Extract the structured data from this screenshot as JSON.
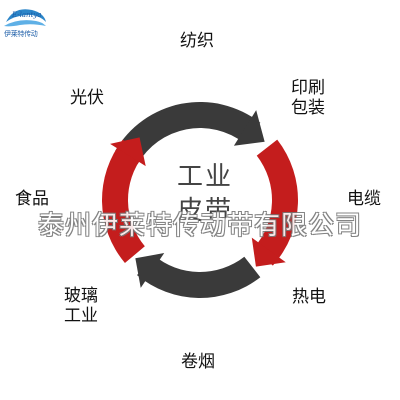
{
  "logo": {
    "brand": "E-lantya",
    "subtitle": "伊莱特传动"
  },
  "center": {
    "line1": "工业",
    "line2": "皮带"
  },
  "segments": [
    {
      "id": "top",
      "color": "#3a3a3a"
    },
    {
      "id": "right",
      "color": "#c41d1d"
    },
    {
      "id": "bottom",
      "color": "#3a3a3a"
    },
    {
      "id": "left",
      "color": "#c41d1d"
    }
  ],
  "industries": {
    "textile": "纺织",
    "photovoltaic": "光伏",
    "printing_packaging_line1": "印刷",
    "printing_packaging_line2": "包装",
    "food": "食品",
    "cable": "电缆",
    "glass_line1": "玻璃",
    "glass_line2": "工业",
    "thermal_power": "热电",
    "tobacco": "卷烟"
  },
  "watermark": "泰州伊莱特传动带有限公司"
}
